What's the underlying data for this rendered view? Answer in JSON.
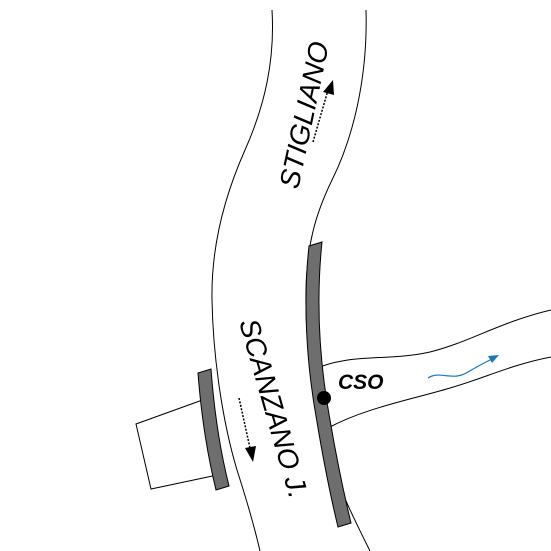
{
  "map": {
    "road_north_label": "STIGLIANO",
    "road_south_label": "SCANZANO J.",
    "outfall_label": "CSO",
    "colors": {
      "background": "#ffffff",
      "outline": "#000000",
      "bank_walls": "#6e6e6e",
      "flow_arrow": "#1a7ab8",
      "direction_arrows": "#000000"
    },
    "icons": [
      "north-direction-arrow-icon",
      "south-direction-arrow-icon",
      "flow-direction-arrow-icon",
      "cso-point-icon"
    ]
  }
}
